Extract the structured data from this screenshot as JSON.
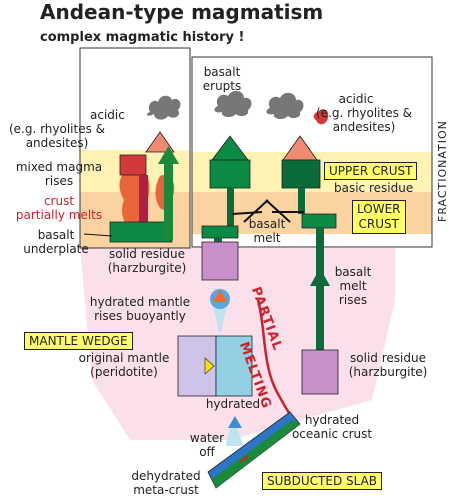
{
  "title": "Andean-type magmatism",
  "subtitle": "complex magmatic history !",
  "left_panel": {
    "acidic": "acidic",
    "acidic_eg_1": "(e.g. rhyolites &",
    "acidic_eg_2": "andesites)",
    "mixed_1": "mixed magma",
    "mixed_2": "rises",
    "crust_1": "crust",
    "crust_2": "partially melts",
    "basalt_1": "basalt",
    "basalt_2": "underplate"
  },
  "right_panel": {
    "basalt_erupts_1": "basalt",
    "basalt_erupts_2": "erupts",
    "acidic": "acidic",
    "acidic_eg_1": "(e.g. rhyolites &",
    "acidic_eg_2": "andesites)",
    "upper_crust": "UPPER CRUST",
    "basic_residue": "basic residue",
    "lower_crust_1": "LOWER",
    "lower_crust_2": "CRUST",
    "basalt_melt_1": "basalt",
    "basalt_melt_2": "melt",
    "fractionation": "FRACTIONATION"
  },
  "lower": {
    "solid_residue_1": "solid residue",
    "solid_residue_2": "(harzburgite)",
    "hydrated_rises_1": "hydrated mantle",
    "hydrated_rises_2": "rises buoyantly",
    "mantle_wedge": "MANTLE WEDGE",
    "original_1": "original mantle",
    "original_2": "(peridotite)",
    "hydrated": "hydrated",
    "partial_1": "PARTIAL",
    "partial_2": "MELTING",
    "water_1": "water",
    "water_2": "off",
    "basalt_rises_1": "basalt",
    "basalt_rises_2": "melt",
    "basalt_rises_3": "rises",
    "solid_residue_r1": "solid residue",
    "solid_residue_r2": "(harzburgite)",
    "hyd_crust_1": "hydrated",
    "hyd_crust_2": "oceanic crust",
    "dehyd_1": "dehydrated",
    "dehyd_2": "meta-crust",
    "subducted_slab": "SUBDUCTED SLAB"
  },
  "colors": {
    "crust_yellow": "#fff2b3",
    "crust_orange": "#fbd3a0",
    "mantle_pink": "#fbe0ec",
    "conduit_green": "#1a8a3a",
    "chamber_green": "#0b6b3a",
    "residue_purple": "#c98fca",
    "slab_blue": "#2c76c8",
    "partial_red": "#d0202a"
  }
}
